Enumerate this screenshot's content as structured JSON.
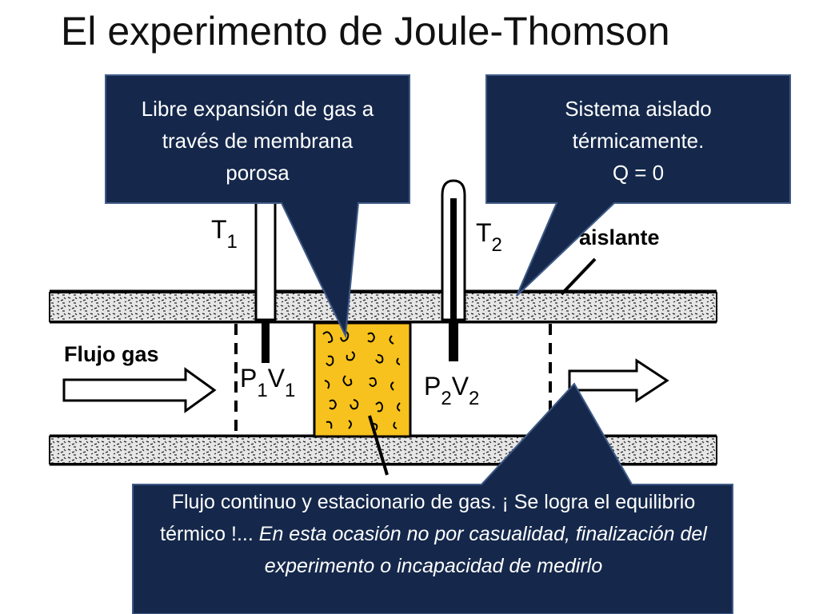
{
  "title": "El experimento de Joule-Thomson",
  "colors": {
    "callout_fill": "#15284b",
    "callout_border": "#3f5a86",
    "membrane": "#f7c21d",
    "insulation": "#d8d8d8"
  },
  "callouts": {
    "membrane": {
      "line1": "Libre expansión de gas a",
      "line2": "través de membrana",
      "line3": "porosa"
    },
    "isolated": {
      "line1": "Sistema aislado",
      "line2": "térmicamente.",
      "line3": "Q = 0"
    },
    "flow": {
      "normal": "Flujo continuo y estacionario de gas. ¡ Se logra el equilibrio térmico !...",
      "italic": "En esta ocasión no por casualidad, finalización del experimento o incapacidad de medirlo"
    }
  },
  "diagram": {
    "flow_label": "Flujo gas",
    "insulator_label": "aislante",
    "t1": {
      "base": "T",
      "sub": "1"
    },
    "t2": {
      "base": "T",
      "sub": "2"
    },
    "p1v1": {
      "p": "P",
      "p_sub": "1",
      "v": "V",
      "v_sub": "1"
    },
    "p2v2": {
      "p": "P",
      "p_sub": "2",
      "v": "V",
      "v_sub": "2"
    }
  }
}
